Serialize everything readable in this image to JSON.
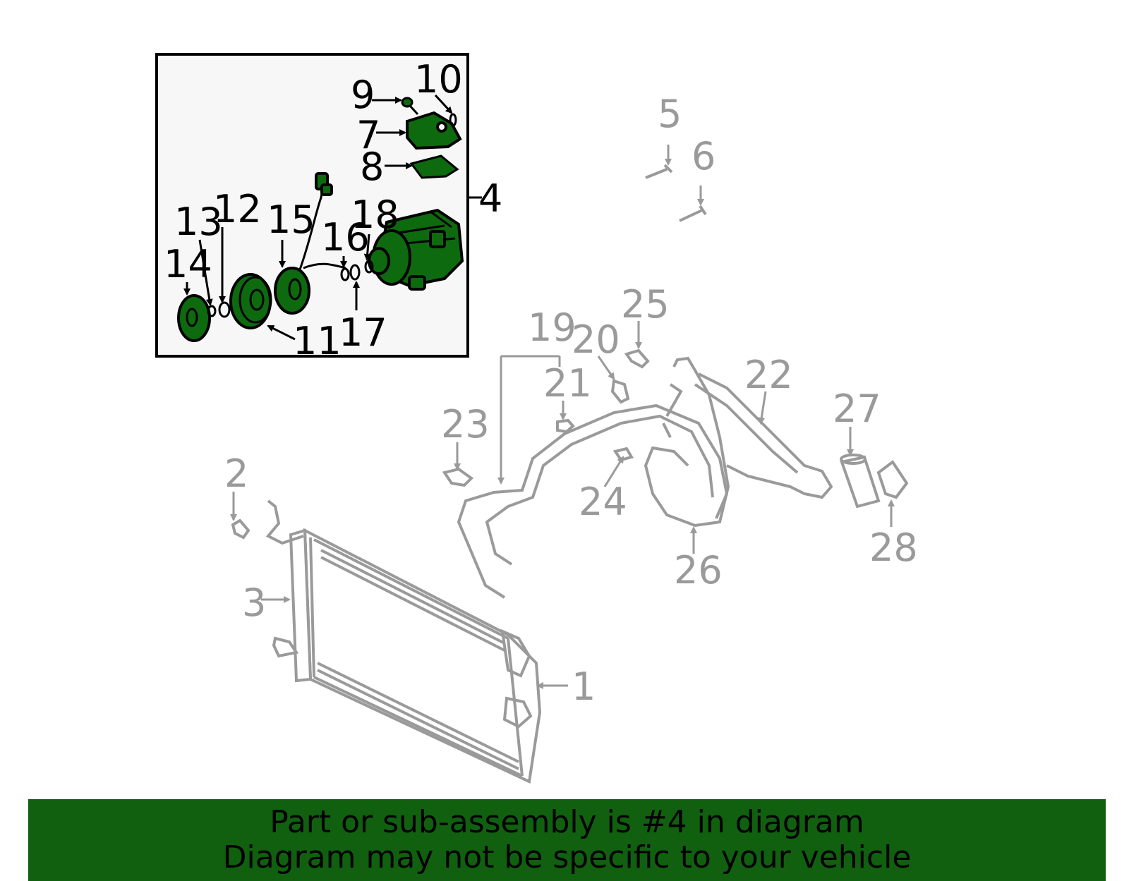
{
  "colors": {
    "highlight": "#0e6a0e",
    "footer_bg": "#106010",
    "gray_part": "#9a9a9a",
    "inset_bg": "#f7f7f7"
  },
  "callouts": {
    "c1": "1",
    "c2": "2",
    "c3": "3",
    "c4": "4",
    "c5": "5",
    "c6": "6",
    "c7": "7",
    "c8": "8",
    "c9": "9",
    "c10": "10",
    "c11": "11",
    "c12": "12",
    "c13": "13",
    "c14": "14",
    "c15": "15",
    "c16": "16",
    "c17": "17",
    "c18": "18",
    "c19": "19",
    "c20": "20",
    "c21": "21",
    "c22": "22",
    "c23": "23",
    "c24": "24",
    "c25": "25",
    "c26": "26",
    "c27": "27",
    "c28": "28"
  },
  "footer": {
    "line1": "Part or sub-assembly is #4 in diagram",
    "line2": "Diagram may not be specific to your vehicle"
  }
}
